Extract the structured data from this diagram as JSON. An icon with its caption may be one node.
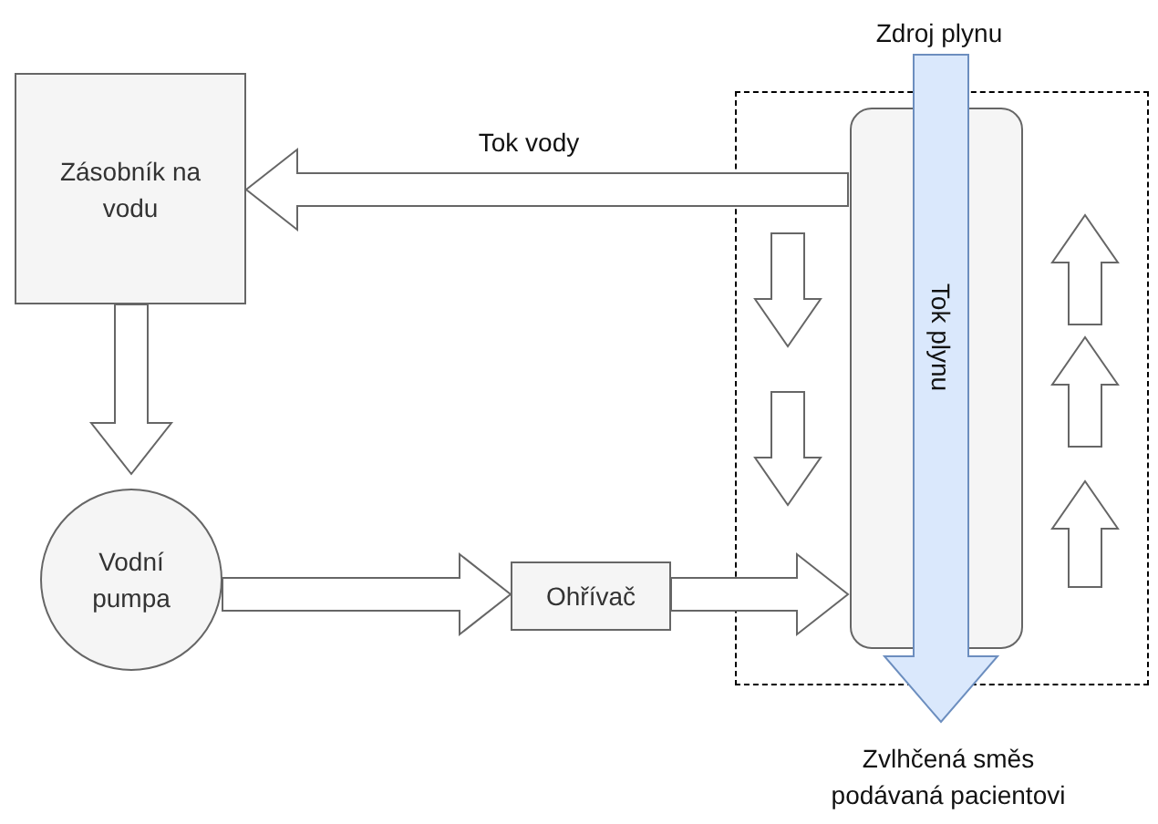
{
  "diagram": {
    "nodes": [
      {
        "text": [
          "Zdroj plynu"
        ]
      },
      {
        "text": [
          "Zásobník na vodu"
        ]
      },
      {
        "text": [],
        "shape": "box"
      },
      {
        "text": [],
        "shape": "box",
        "in": 2
      },
      {
        "text": [
          "Vodní pumpa"
        ]
      },
      {
        "text": [
          "Ohřívač"
        ]
      },
      {
        "text": [
          "Zvlhčená směs podávaná pacientovi"
        ]
      }
    ],
    "edges": [
      {
        "from": 0,
        "to": 6,
        "arrow": "to",
        "label": "Tok plynu",
        "style": "thick",
        "color": "#dae8fc"
      },
      {
        "from": 3,
        "to": 1,
        "arrow": "to",
        "label": "Tok vody"
      },
      {
        "from": 1,
        "to": 4,
        "arrow": "to"
      },
      {
        "from": 4,
        "to": 5,
        "arrow": "to"
      },
      {
        "from": 5,
        "to": 3,
        "arrow": "to"
      }
    ]
  }
}
